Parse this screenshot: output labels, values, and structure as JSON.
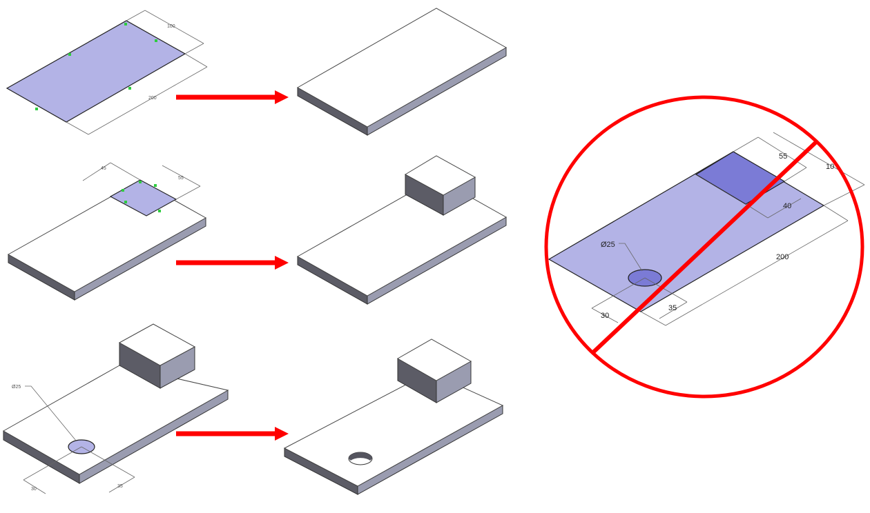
{
  "colors": {
    "sketch": "#b3b3e6",
    "sketch_selected": "#7b7bd6",
    "arrow": "#ff0000",
    "prohibition": "#ff0000",
    "constraint_points": "#2ecc40"
  },
  "step1": {
    "dim_width": "100",
    "dim_length": "200"
  },
  "step2": {
    "dim_a": "45",
    "dim_b": "55"
  },
  "step3": {
    "dim_diameter": "Ø25",
    "dim_x": "30",
    "dim_y": "35"
  },
  "combined": {
    "dim_55": "55",
    "dim_100": "10",
    "dim_40": "40",
    "dim_200": "200",
    "dim_diameter": "Ø25",
    "dim_35": "35",
    "dim_30": "30"
  },
  "icons": [
    "right-arrow-icon",
    "prohibition-icon"
  ]
}
